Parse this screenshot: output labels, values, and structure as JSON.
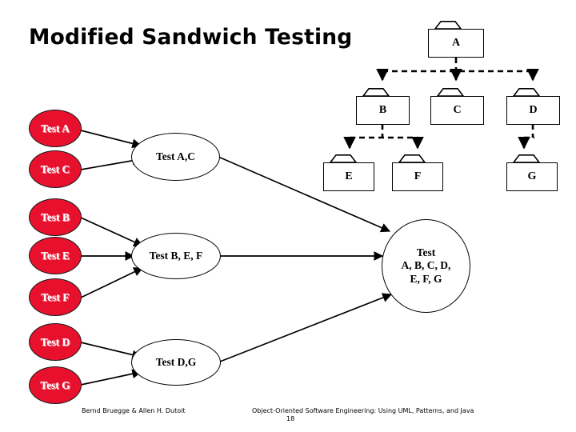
{
  "slide": {
    "title": "Modified Sandwich Testing",
    "page_number": "18"
  },
  "footer": {
    "authors": "Bernd Bruegge & Allen H. Dutoit",
    "book": "Object-Oriented Software Engineering: Using UML, Patterns, and Java",
    "page": "18"
  },
  "colors": {
    "test_node_fill": "#e8112d",
    "test_node_text": "#ffffff",
    "test_node_shadow": "#f4a0ac",
    "stroke": "#000000",
    "background": "#ffffff"
  },
  "component_tree": {
    "caption": "",
    "components": [
      {
        "id": "A",
        "label": "A",
        "level": 0
      },
      {
        "id": "B",
        "label": "B",
        "level": 1
      },
      {
        "id": "C",
        "label": "C",
        "level": 1
      },
      {
        "id": "D",
        "label": "D",
        "level": 1
      },
      {
        "id": "E",
        "label": "E",
        "level": 2
      },
      {
        "id": "F",
        "label": "F",
        "level": 2
      },
      {
        "id": "G",
        "label": "G",
        "level": 2
      }
    ],
    "dependencies": [
      {
        "from": "A",
        "to": "B"
      },
      {
        "from": "A",
        "to": "C"
      },
      {
        "from": "A",
        "to": "D"
      },
      {
        "from": "B",
        "to": "E"
      },
      {
        "from": "B",
        "to": "F"
      },
      {
        "from": "D",
        "to": "G"
      }
    ]
  },
  "unit_tests": [
    {
      "id": "test-a",
      "label": "Test A"
    },
    {
      "id": "test-c",
      "label": "Test C"
    },
    {
      "id": "test-b",
      "label": "Test B"
    },
    {
      "id": "test-e",
      "label": "Test E"
    },
    {
      "id": "test-f",
      "label": "Test F"
    },
    {
      "id": "test-d",
      "label": "Test D"
    },
    {
      "id": "test-g",
      "label": "Test G"
    }
  ],
  "integration_tests": [
    {
      "id": "test-ac",
      "label": "Test A,C",
      "inputs": [
        "Test A",
        "Test C"
      ]
    },
    {
      "id": "test-bef",
      "label": "Test B, E, F",
      "inputs": [
        "Test B",
        "Test E",
        "Test F"
      ]
    },
    {
      "id": "test-dg",
      "label": "Test D,G",
      "inputs": [
        "Test D",
        "Test G"
      ]
    }
  ],
  "system_test": {
    "id": "test-all",
    "line1": "Test",
    "line2": "A, B, C, D,",
    "line3": "E, F, G",
    "inputs": [
      "Test A,C",
      "Test B, E, F",
      "Test D,G"
    ]
  }
}
